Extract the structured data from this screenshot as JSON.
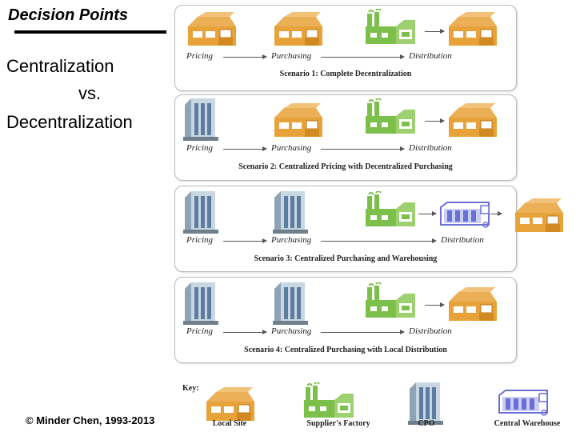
{
  "slide": {
    "title": "Decision Points",
    "subtitle_line1": "Centralization",
    "subtitle_line2": "vs.",
    "subtitle_line3": "Decentralization",
    "copyright": "© Minder Chen, 1993-2013"
  },
  "labels": {
    "pricing": "Pricing",
    "purchasing": "Purchasing",
    "distribution": "Distribution"
  },
  "scenarios": [
    {
      "caption": "Scenario 1: Complete Decentralization",
      "icons": [
        "local-site",
        "local-site",
        "suppliers-factory",
        "local-site"
      ]
    },
    {
      "caption": "Scenario 2: Centralized Pricing with Decentralized Purchasing",
      "icons": [
        "cpo",
        "local-site",
        "suppliers-factory",
        "local-site"
      ]
    },
    {
      "caption": "Scenario 3: Centralized Purchasing and Warehousing",
      "icons": [
        "cpo",
        "cpo",
        "suppliers-factory",
        "central-warehouse",
        "local-site"
      ]
    },
    {
      "caption": "Scenario 4: Centralized Purchasing with Local Distribution",
      "icons": [
        "cpo",
        "cpo",
        "suppliers-factory",
        "local-site"
      ]
    }
  ],
  "key": {
    "title": "Key:",
    "items": [
      {
        "label": "Local Site",
        "icon": "local-site"
      },
      {
        "label": "Supplier's Factory",
        "icon": "suppliers-factory"
      },
      {
        "label": "CPO",
        "icon": "cpo"
      },
      {
        "label": "Central Warehouse",
        "icon": "central-warehouse"
      }
    ]
  },
  "colors": {
    "local_site": "#e8a23a",
    "factory": "#7cc04b",
    "cpo": "#8fa3b5",
    "warehouse": "#6b6fd8"
  }
}
